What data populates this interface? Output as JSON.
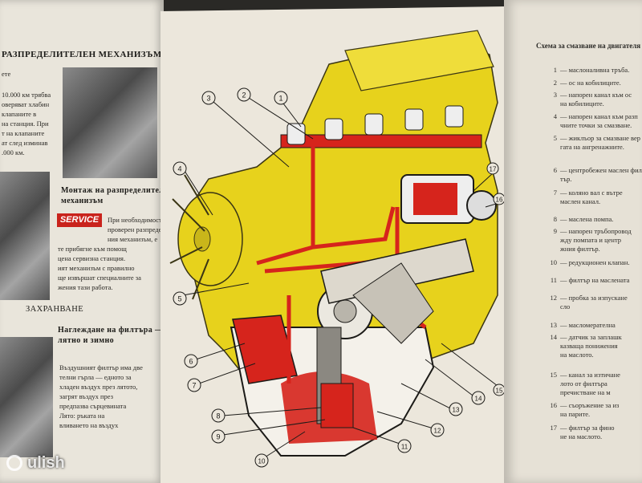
{
  "left_page": {
    "heading_top": "РАЗПРЕДЕЛИТЕЛЕН МЕХАНИЗЪМ",
    "intro_lines": [
      "ете",
      "10.000 км трябва",
      "оверяват хлабин",
      "клапаните в",
      "на станция. При",
      "т на клапаните",
      "ат след изминав",
      ".000 км."
    ],
    "section1_title": [
      "Монтаж на разпределителния",
      "механизъм"
    ],
    "service_badge": "SERVICE",
    "section1_lines": [
      "При необходимост",
      "проверен разпредели",
      "ния механизъм, е",
      "те прибягне към помощ",
      "цена сервизна станция.",
      "ият механизъм с правилно",
      "ще извършат специалните за",
      "жения тази работа."
    ],
    "section2_title": "ЗАХРАНВАНЕ",
    "section3_title": [
      "Наглеждане на филтъра —",
      "лятно и зимно"
    ],
    "section3_lines": [
      "Въздушният филтър има две",
      "телни гърла — едното за",
      "хладен въздух през лятото,",
      "загрят въздух през",
      "предпазва сърцевината",
      "Лято: ръката на",
      "вливането на въздух"
    ]
  },
  "right_page": {
    "title": "Схема за смазване на двигателя",
    "legend": [
      {
        "num": "1",
        "lines": [
          "— маслоналивна тръба."
        ]
      },
      {
        "num": "2",
        "lines": [
          "— ос на кобилиците."
        ]
      },
      {
        "num": "3",
        "lines": [
          "— напорен канал към ос",
          "на кобилиците."
        ]
      },
      {
        "num": "4",
        "lines": [
          "— напорен канал към разп",
          "чните точки за смазване."
        ]
      },
      {
        "num": "5",
        "lines": [
          "— жиклъор за смазване вер",
          "гата на ангренажните."
        ]
      },
      {
        "num": "6",
        "lines": [
          "— центробежен маслен фил",
          "тър."
        ]
      },
      {
        "num": "7",
        "lines": [
          "— коляно вал с вътре",
          "маслен канал."
        ]
      },
      {
        "num": "8",
        "lines": [
          "— маслена помпа."
        ]
      },
      {
        "num": "9",
        "lines": [
          "— напорен тръбопровод",
          "жду помпата и центр",
          "жния филтър."
        ]
      },
      {
        "num": "10",
        "lines": [
          "— редукционен клапан."
        ]
      },
      {
        "num": "11",
        "lines": [
          "— филтър на маслената"
        ]
      },
      {
        "num": "12",
        "lines": [
          "— пробка за изпускане",
          "сло"
        ]
      },
      {
        "num": "13",
        "lines": [
          "— масломерателна"
        ]
      },
      {
        "num": "14",
        "lines": [
          "— датчик за заплашк",
          "казваща понижения",
          "на маслото."
        ]
      },
      {
        "num": "15",
        "lines": [
          "— канал за изтичане",
          "лото от филтъра",
          "пречистване на м"
        ]
      },
      {
        "num": "16",
        "lines": [
          "— съоръжение за из",
          "на парите."
        ]
      },
      {
        "num": "17",
        "lines": [
          "— филтър за фино",
          "не на маслото."
        ]
      }
    ]
  },
  "diagram": {
    "callouts": [
      "1",
      "2",
      "3",
      "4",
      "5",
      "6",
      "7",
      "8",
      "9",
      "10",
      "11",
      "12",
      "13",
      "14",
      "15",
      "16",
      "17"
    ]
  },
  "watermark": "ulish",
  "colors": {
    "engine_yellow": "#e7d21c",
    "oil_red": "#d6241c",
    "paper": "#ece7dc"
  }
}
